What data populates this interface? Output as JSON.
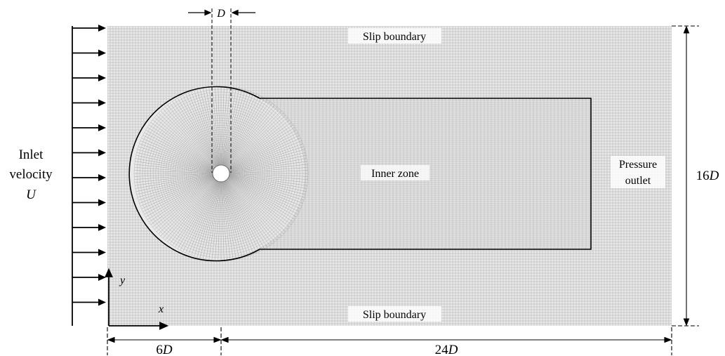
{
  "labels": {
    "slip_top": "Slip boundary",
    "slip_bottom": "Slip boundary",
    "inner_zone": "Inner zone",
    "pressure_1": "Pressure",
    "pressure_2": "outlet",
    "inlet_1": "Inlet",
    "inlet_2": "velocity",
    "inlet_3": "U",
    "dim_D": "D",
    "dim_height_num": "16",
    "dim_height_unit": "D",
    "dim_upstream_num": "6",
    "dim_upstream_unit": "D",
    "dim_downstream_num": "24",
    "dim_downstream_unit": "D",
    "axis_x": "x",
    "axis_y": "y"
  },
  "colors": {
    "mesh": "#9a9a9a",
    "outline": "#000000"
  }
}
